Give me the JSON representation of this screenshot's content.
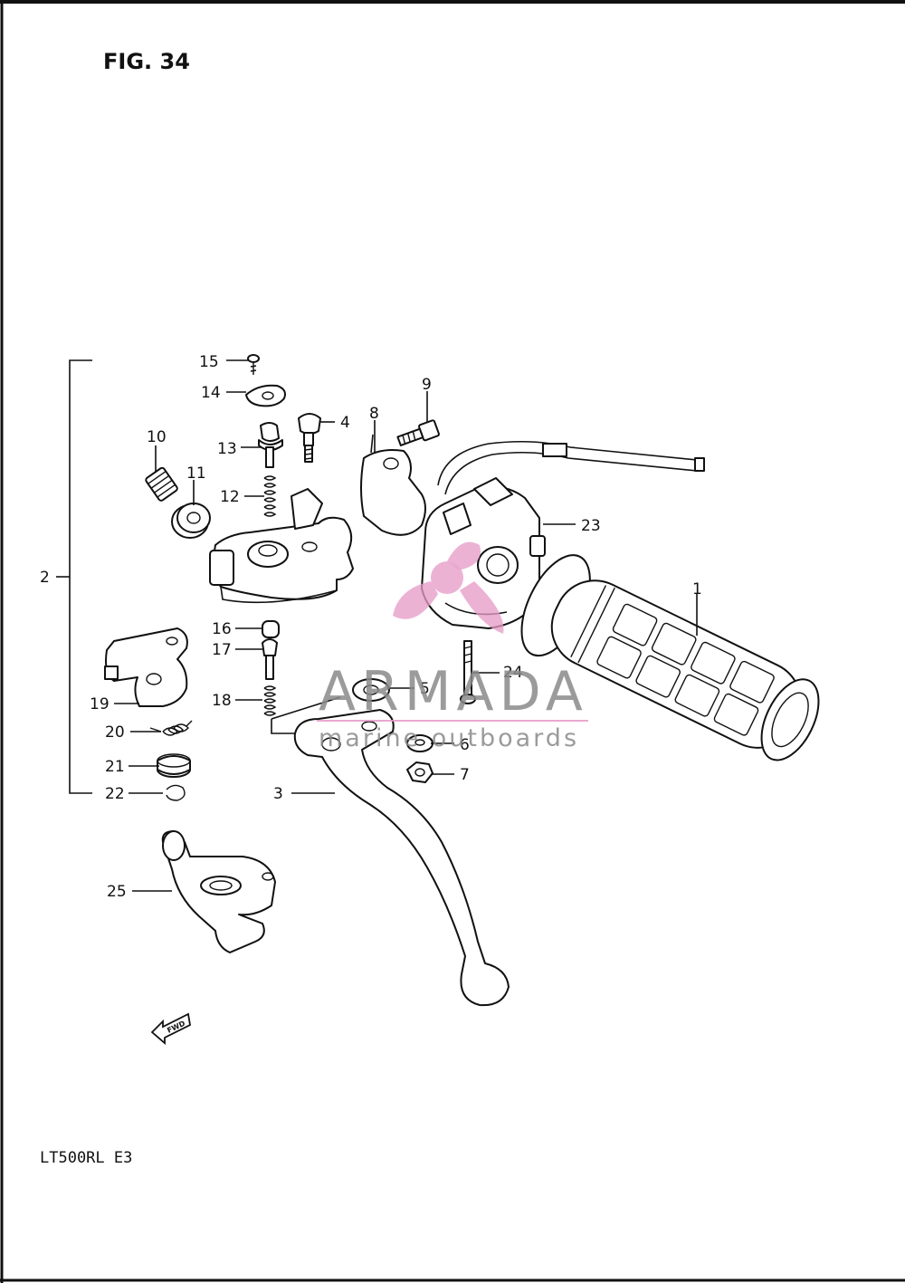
{
  "figure": {
    "title": "FIG. 34",
    "model": "LT500RL  E3"
  },
  "fwd_label": "FWD",
  "callouts": [
    {
      "id": "1",
      "label": "1"
    },
    {
      "id": "2",
      "label": "2"
    },
    {
      "id": "3",
      "label": "3"
    },
    {
      "id": "4",
      "label": "4"
    },
    {
      "id": "5",
      "label": "5"
    },
    {
      "id": "6",
      "label": "6"
    },
    {
      "id": "7",
      "label": "7"
    },
    {
      "id": "8",
      "label": "8"
    },
    {
      "id": "9",
      "label": "9"
    },
    {
      "id": "10",
      "label": "10"
    },
    {
      "id": "11",
      "label": "11"
    },
    {
      "id": "12",
      "label": "12"
    },
    {
      "id": "13",
      "label": "13"
    },
    {
      "id": "14",
      "label": "14"
    },
    {
      "id": "15",
      "label": "15"
    },
    {
      "id": "16",
      "label": "16"
    },
    {
      "id": "17",
      "label": "17"
    },
    {
      "id": "18",
      "label": "18"
    },
    {
      "id": "19",
      "label": "19"
    },
    {
      "id": "20",
      "label": "20"
    },
    {
      "id": "21",
      "label": "21"
    },
    {
      "id": "22",
      "label": "22"
    },
    {
      "id": "23",
      "label": "23"
    },
    {
      "id": "24",
      "label": "24"
    },
    {
      "id": "25",
      "label": "25"
    }
  ],
  "watermark": {
    "brand": "ARMADA",
    "tagline": "marine outboards",
    "brand_color": "#8a8a8a",
    "logo_color": "#e69ac6"
  }
}
